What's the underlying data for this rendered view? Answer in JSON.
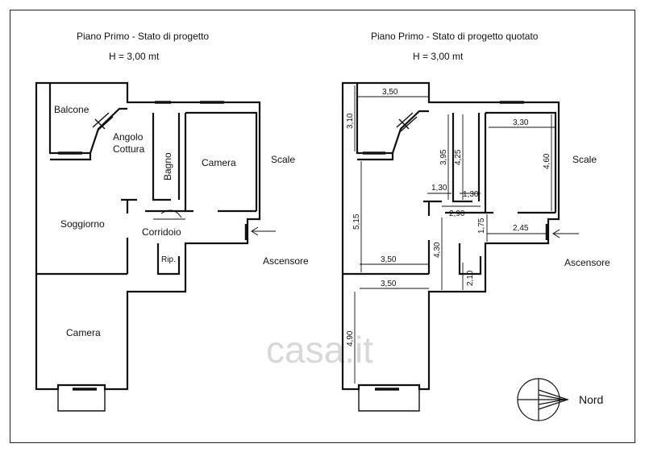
{
  "left_plan": {
    "title": "Piano Primo - Stato di progetto",
    "height_label": "H = 3,00 mt",
    "rooms": {
      "balcone": "Balcone",
      "angolo_line1": "Angolo",
      "angolo_line2": "Cottura",
      "bagno": "Bagno",
      "camera_top": "Camera",
      "scale": "Scale",
      "soggiorno": "Soggiorno",
      "corridoio": "Corridoio",
      "rip": "Rip.",
      "ascensore": "Ascensore",
      "camera_bottom": "Camera"
    }
  },
  "right_plan": {
    "title": "Piano Primo - Stato di progetto quotato",
    "height_label": "H = 3,00 mt",
    "labels": {
      "scale": "Scale",
      "ascensore": "Ascensore"
    },
    "dimensions": {
      "d_350_top": "3,50",
      "d_310": "3,10",
      "d_395": "3,95",
      "d_425": "4,25",
      "d_330": "3,30",
      "d_460": "4,60",
      "d_130_a": "1,30",
      "d_130_b": "1,30",
      "d_290": "2,90",
      "d_515": "5,15",
      "d_175": "1,75",
      "d_245": "2,45",
      "d_350_mid": "3,50",
      "d_430": "4,30",
      "d_210": "2,10",
      "d_350_low": "3,50",
      "d_490": "4,90"
    }
  },
  "compass": {
    "label": "Nord"
  },
  "watermark": "casa.it",
  "colors": {
    "ink": "#111111",
    "watermark": "#d8d8d8"
  }
}
